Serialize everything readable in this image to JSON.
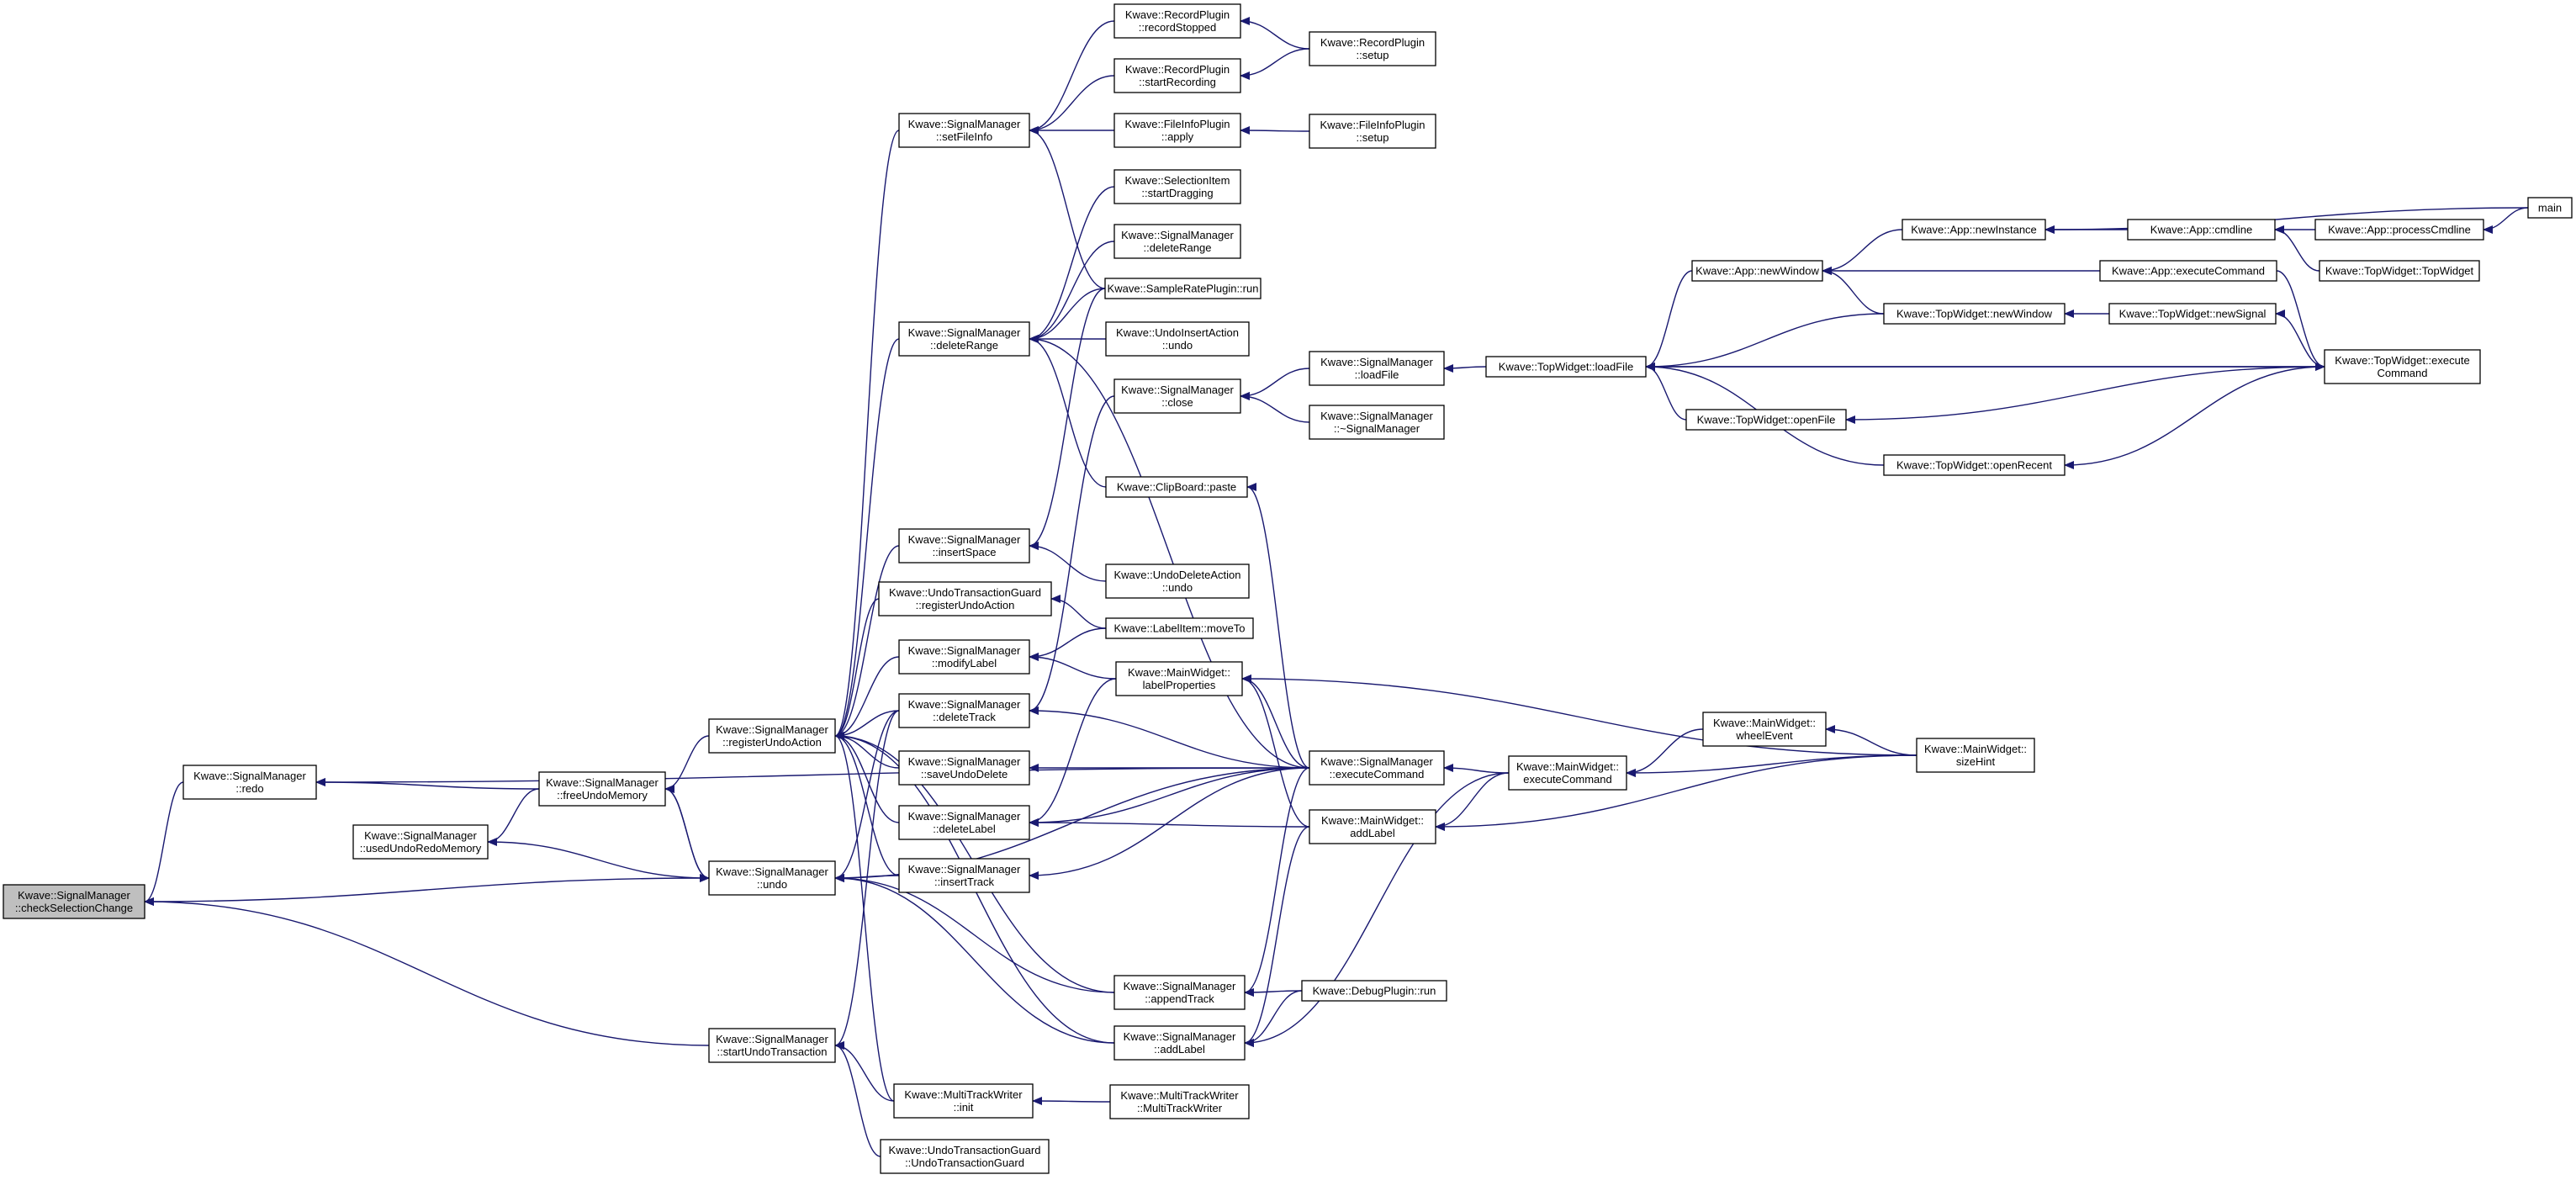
{
  "colors": {
    "edge": "#191970",
    "node_fill": "#ffffff",
    "root_fill": "#bfbfbf",
    "node_border": "#000000"
  },
  "nodes": [
    {
      "id": "n1",
      "lines": [
        "Kwave::SignalManager",
        "::checkSelectionChange"
      ],
      "root": true
    },
    {
      "id": "n2",
      "lines": [
        "Kwave::SignalManager",
        "::redo"
      ]
    },
    {
      "id": "n3",
      "lines": [
        "Kwave::SignalManager",
        "::usedUndoRedoMemory"
      ]
    },
    {
      "id": "n4",
      "lines": [
        "Kwave::SignalManager",
        "::freeUndoMemory"
      ]
    },
    {
      "id": "n5",
      "lines": [
        "Kwave::SignalManager",
        "::registerUndoAction"
      ]
    },
    {
      "id": "n6",
      "lines": [
        "Kwave::SignalManager",
        "::undo"
      ]
    },
    {
      "id": "n7",
      "lines": [
        "Kwave::SignalManager",
        "::startUndoTransaction"
      ]
    },
    {
      "id": "n8",
      "lines": [
        "Kwave::SignalManager",
        "::setFileInfo"
      ]
    },
    {
      "id": "n9",
      "lines": [
        "Kwave::SignalManager",
        "::deleteRange"
      ]
    },
    {
      "id": "n10",
      "lines": [
        "Kwave::SignalManager",
        "::insertSpace"
      ]
    },
    {
      "id": "n11",
      "lines": [
        "Kwave::UndoTransactionGuard",
        "::registerUndoAction"
      ]
    },
    {
      "id": "n12",
      "lines": [
        "Kwave::SignalManager",
        "::modifyLabel"
      ]
    },
    {
      "id": "n13",
      "lines": [
        "Kwave::SignalManager",
        "::deleteTrack"
      ]
    },
    {
      "id": "n14",
      "lines": [
        "Kwave::SignalManager",
        "::saveUndoDelete"
      ]
    },
    {
      "id": "n15",
      "lines": [
        "Kwave::SignalManager",
        "::deleteLabel"
      ]
    },
    {
      "id": "n16",
      "lines": [
        "Kwave::SignalManager",
        "::insertTrack"
      ]
    },
    {
      "id": "n17",
      "lines": [
        "Kwave::MultiTrackWriter",
        "::init"
      ]
    },
    {
      "id": "n18",
      "lines": [
        "Kwave::UndoTransactionGuard",
        "::UndoTransactionGuard"
      ]
    },
    {
      "id": "n19",
      "lines": [
        "Kwave::RecordPlugin",
        "::recordStopped"
      ]
    },
    {
      "id": "n20",
      "lines": [
        "Kwave::RecordPlugin",
        "::startRecording"
      ]
    },
    {
      "id": "n21",
      "lines": [
        "Kwave::FileInfoPlugin",
        "::apply"
      ]
    },
    {
      "id": "n22",
      "lines": [
        "Kwave::SelectionItem",
        "::startDragging"
      ]
    },
    {
      "id": "n23",
      "lines": [
        "Kwave::SignalManager",
        "::deleteRange"
      ]
    },
    {
      "id": "n24",
      "lines": [
        "Kwave::SampleRatePlugin::run"
      ]
    },
    {
      "id": "n25",
      "lines": [
        "Kwave::UndoInsertAction",
        "::undo"
      ]
    },
    {
      "id": "n26",
      "lines": [
        "Kwave::SignalManager",
        "::close"
      ]
    },
    {
      "id": "n27",
      "lines": [
        "Kwave::ClipBoard::paste"
      ]
    },
    {
      "id": "n28",
      "lines": [
        "Kwave::UndoDeleteAction",
        "::undo"
      ]
    },
    {
      "id": "n29",
      "lines": [
        "Kwave::LabelItem::moveTo"
      ]
    },
    {
      "id": "n30",
      "lines": [
        "Kwave::MainWidget::",
        "labelProperties"
      ]
    },
    {
      "id": "n31",
      "lines": [
        "Kwave::SignalManager",
        "::appendTrack"
      ]
    },
    {
      "id": "n32",
      "lines": [
        "Kwave::SignalManager",
        "::addLabel"
      ]
    },
    {
      "id": "n33",
      "lines": [
        "Kwave::MultiTrackWriter",
        "::MultiTrackWriter"
      ]
    },
    {
      "id": "n34",
      "lines": [
        "Kwave::RecordPlugin",
        "::setup"
      ]
    },
    {
      "id": "n35",
      "lines": [
        "Kwave::FileInfoPlugin",
        "::setup"
      ]
    },
    {
      "id": "n36",
      "lines": [
        "Kwave::SignalManager",
        "::loadFile"
      ]
    },
    {
      "id": "n37",
      "lines": [
        "Kwave::SignalManager",
        "::~SignalManager"
      ]
    },
    {
      "id": "n38",
      "lines": [
        "Kwave::SignalManager",
        "::executeCommand"
      ]
    },
    {
      "id": "n39",
      "lines": [
        "Kwave::MainWidget::",
        "addLabel"
      ]
    },
    {
      "id": "n40",
      "lines": [
        "Kwave::DebugPlugin::run"
      ]
    },
    {
      "id": "n41",
      "lines": [
        "Kwave::TopWidget::loadFile"
      ]
    },
    {
      "id": "n42",
      "lines": [
        "Kwave::MainWidget::",
        "executeCommand"
      ]
    },
    {
      "id": "n43",
      "lines": [
        "Kwave::App::newWindow"
      ]
    },
    {
      "id": "n44",
      "lines": [
        "Kwave::TopWidget::openFile"
      ]
    },
    {
      "id": "n45",
      "lines": [
        "Kwave::MainWidget::",
        "wheelEvent"
      ]
    },
    {
      "id": "n46",
      "lines": [
        "Kwave::App::newInstance"
      ]
    },
    {
      "id": "n47",
      "lines": [
        "Kwave::TopWidget::newWindow"
      ]
    },
    {
      "id": "n48",
      "lines": [
        "Kwave::TopWidget::openRecent"
      ]
    },
    {
      "id": "n49",
      "lines": [
        "Kwave::MainWidget::",
        "sizeHint"
      ]
    },
    {
      "id": "n50",
      "lines": [
        "Kwave::App::cmdline"
      ]
    },
    {
      "id": "n51",
      "lines": [
        "Kwave::App::executeCommand"
      ]
    },
    {
      "id": "n52",
      "lines": [
        "Kwave::TopWidget::newSignal"
      ]
    },
    {
      "id": "n53",
      "lines": [
        "Kwave::TopWidget::execute",
        "Command"
      ]
    },
    {
      "id": "n54",
      "lines": [
        "Kwave::App::processCmdline"
      ]
    },
    {
      "id": "n55",
      "lines": [
        "Kwave::TopWidget::TopWidget"
      ]
    },
    {
      "id": "n56",
      "lines": [
        "main"
      ]
    }
  ],
  "edges": [
    [
      "n2",
      "n1"
    ],
    [
      "n6",
      "n1"
    ],
    [
      "n7",
      "n1"
    ],
    [
      "n4",
      "n2"
    ],
    [
      "n38",
      "n2"
    ],
    [
      "n4",
      "n3"
    ],
    [
      "n3",
      "n6"
    ],
    [
      "n5",
      "n4"
    ],
    [
      "n6",
      "n4"
    ],
    [
      "n8",
      "n5"
    ],
    [
      "n9",
      "n5"
    ],
    [
      "n10",
      "n5"
    ],
    [
      "n11",
      "n5"
    ],
    [
      "n12",
      "n5"
    ],
    [
      "n13",
      "n5"
    ],
    [
      "n14",
      "n5"
    ],
    [
      "n15",
      "n5"
    ],
    [
      "n16",
      "n5"
    ],
    [
      "n31",
      "n5"
    ],
    [
      "n32",
      "n5"
    ],
    [
      "n17",
      "n5"
    ],
    [
      "n4",
      "n6"
    ],
    [
      "n13",
      "n6"
    ],
    [
      "n16",
      "n6"
    ],
    [
      "n31",
      "n6"
    ],
    [
      "n32",
      "n6"
    ],
    [
      "n38",
      "n6"
    ],
    [
      "n13",
      "n7"
    ],
    [
      "n17",
      "n7"
    ],
    [
      "n18",
      "n7"
    ],
    [
      "n19",
      "n8"
    ],
    [
      "n20",
      "n8"
    ],
    [
      "n21",
      "n8"
    ],
    [
      "n24",
      "n8"
    ],
    [
      "n22",
      "n9"
    ],
    [
      "n23",
      "n9"
    ],
    [
      "n24",
      "n9"
    ],
    [
      "n25",
      "n9"
    ],
    [
      "n27",
      "n9"
    ],
    [
      "n38",
      "n9"
    ],
    [
      "n28",
      "n10"
    ],
    [
      "n24",
      "n10"
    ],
    [
      "n29",
      "n11"
    ],
    [
      "n29",
      "n12"
    ],
    [
      "n30",
      "n12"
    ],
    [
      "n26",
      "n13"
    ],
    [
      "n38",
      "n13"
    ],
    [
      "n38",
      "n14"
    ],
    [
      "n30",
      "n15"
    ],
    [
      "n38",
      "n15"
    ],
    [
      "n39",
      "n15"
    ],
    [
      "n38",
      "n16"
    ],
    [
      "n33",
      "n17"
    ],
    [
      "n34",
      "n19"
    ],
    [
      "n34",
      "n20"
    ],
    [
      "n35",
      "n21"
    ],
    [
      "n36",
      "n26"
    ],
    [
      "n37",
      "n26"
    ],
    [
      "n38",
      "n27"
    ],
    [
      "n38",
      "n30"
    ],
    [
      "n39",
      "n30"
    ],
    [
      "n49",
      "n30"
    ],
    [
      "n40",
      "n31"
    ],
    [
      "n38",
      "n31"
    ],
    [
      "n39",
      "n32"
    ],
    [
      "n40",
      "n32"
    ],
    [
      "n42",
      "n32"
    ],
    [
      "n41",
      "n36"
    ],
    [
      "n42",
      "n38"
    ],
    [
      "n42",
      "n39"
    ],
    [
      "n49",
      "n39"
    ],
    [
      "n43",
      "n41"
    ],
    [
      "n44",
      "n41"
    ],
    [
      "n47",
      "n41"
    ],
    [
      "n48",
      "n41"
    ],
    [
      "n53",
      "n41"
    ],
    [
      "n45",
      "n42"
    ],
    [
      "n49",
      "n42"
    ],
    [
      "n49",
      "n45"
    ],
    [
      "n46",
      "n43"
    ],
    [
      "n47",
      "n43"
    ],
    [
      "n51",
      "n43"
    ],
    [
      "n50",
      "n46"
    ],
    [
      "n56",
      "n46"
    ],
    [
      "n52",
      "n47"
    ],
    [
      "n53",
      "n44"
    ],
    [
      "n53",
      "n48"
    ],
    [
      "n53",
      "n52"
    ],
    [
      "n54",
      "n50"
    ],
    [
      "n55",
      "n50"
    ],
    [
      "n56",
      "n54"
    ],
    [
      "n51",
      "n53"
    ],
    [
      "n41",
      "n53"
    ]
  ]
}
